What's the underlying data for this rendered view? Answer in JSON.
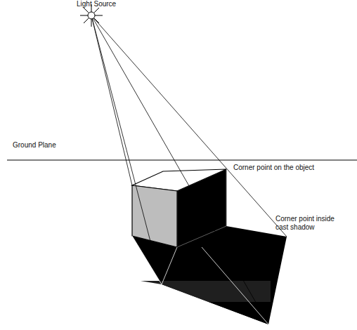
{
  "diagram": {
    "labels": [
      "Light Source",
      "Ground Plane",
      "Corner point on the object",
      "Corner point inside cast shadow"
    ]
  }
}
